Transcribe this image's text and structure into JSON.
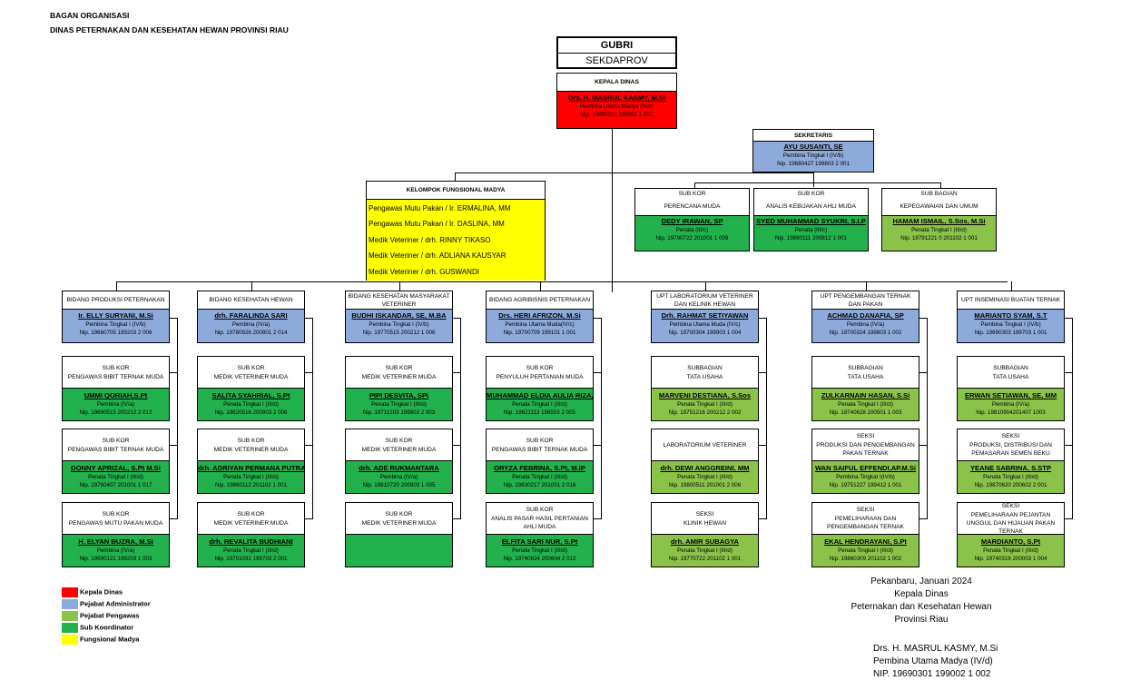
{
  "header": {
    "line1": "BAGAN ORGANISASI",
    "line2": "DINAS PETERNAKAN DAN KESEHATAN HEWAN PROVINSI RIAU"
  },
  "top": {
    "gubri": "GUBRI",
    "sekdaprov": "SEKDAPROV"
  },
  "kepala": {
    "title": "KEPALA DINAS",
    "name": "Drs. H. MASRUL KASMY, M.Si",
    "rank": "Pembina Utama Madya (IV/d)",
    "nip": "Nip. 19690301 199002 1 002"
  },
  "sekretaris": {
    "title": "SEKRETARIS",
    "name": "AYU SUSANTI, SE",
    "rank": "Pembina Tingkat I (IV/b)",
    "nip": "Nip. 19680427 199803 2 001"
  },
  "sek_units": [
    {
      "title1": "SUB KOR",
      "title2": "PERENCANA MUDA",
      "name": "DEDY IRAWAN, SP",
      "rank": "Penata (III/c)",
      "nip": "Nip. 19790722 201001 1 009",
      "color": "dgreen"
    },
    {
      "title1": "SUB KOR",
      "title2": "ANALIS KEBIJAKAN AHLI MUDA",
      "name": "SYED MUHAMMAD SYUKRI, S.I.P",
      "rank": "Penata (III/c)",
      "nip": "Nip. 19890111 200812 1 001",
      "color": "dgreen"
    },
    {
      "title1": "SUB BAGIAN",
      "title2": "KEPEGAWAIAN DAN UMUM",
      "name": "HAMAM ISMAIL, S.Sos, M.Si",
      "rank": "Penata Tingkat I (III/d)",
      "nip": "Nip. 19791221 0 201102 1 001",
      "color": "lgreen"
    }
  ],
  "fungsional": {
    "title": "KELOMPOK FUNGSIONAL MADYA",
    "items": [
      "Pengawas Mutu Pakan / Ir. ERMALINA, MM",
      "Pengawas Mutu Pakan / Ir. DASLINA, MM",
      "Medik Veteriner / drh. RINNY TIKASO",
      "Medik Veteriner / drh. ADLIANA KAUSYAR",
      "Medik Veteriner / drh. GUSWANDI"
    ]
  },
  "columns": [
    {
      "head": {
        "title": "BIDANG PRODUKSI PETERNAKAN",
        "name": "Ir. ELLY SURYANI, M.Si",
        "rank": "Pembina Tingkat I (IV/b)",
        "nip": "Nip. 19660705 199203 2 006"
      },
      "subs": [
        {
          "t1": "SUB KOR",
          "t2": "PENGAWAS BIBIT TERNAK MUDA",
          "name": "UMMI QORIAH,S.Pt",
          "rank": "Pembina (IV/a)",
          "nip": "Nip. 19690515 200212 2 012",
          "color": "dgreen"
        },
        {
          "t1": "SUB KOR",
          "t2": "PENGAWAS BIBIT TERNAK MUDA",
          "name": "DONNY APRIZAL, S.Pt M.Si",
          "rank": "Penata Tingkat I (III/d)",
          "nip": "Nip. 19760407 201001 1 017",
          "color": "dgreen"
        },
        {
          "t1": "SUB KOR",
          "t2": "PENGAWAS MUTU PAKAN MUDA",
          "name": "H. ELYAN BUZRA, M.Si",
          "rank": "Pembina (IV/a)",
          "nip": "Nip. 19690121 199203 1 003",
          "color": "dgreen"
        }
      ]
    },
    {
      "head": {
        "title": "BIDANG KESEHATAN HEWAN",
        "name": "drh. FARALINDA SARI",
        "rank": "Pembina (IV/a)",
        "nip": "Nip. 19780926 200801 2 014"
      },
      "subs": [
        {
          "t1": "SUB KOR",
          "t2": "MEDIK VETERINER MUDA",
          "name": "SALITA SYAHRIAL, S.Pt",
          "rank": "Penata Tingkat I (III/d)",
          "nip": "Nip. 19820516 200903 2 006",
          "color": "dgreen"
        },
        {
          "t1": "SUB KOR",
          "t2": "MEDIK VETERINER MUDA",
          "name": "drh. ADRIYAN PERMANA PUTRA",
          "rank": "Penata Tingkat I (III/d)",
          "nip": "Nip. 19860112 201102 1 001",
          "color": "dgreen"
        },
        {
          "t1": "SUB KOR",
          "t2": "MEDIK VETERINER MUDA",
          "name": "drh. REVALITA BUDHIANI",
          "rank": "Penata Tingkat I (III/d)",
          "nip": "Nip. 19701031 199703 2 001",
          "color": "dgreen"
        }
      ]
    },
    {
      "head": {
        "title": "BIDANG KESEHATAN MASYARAKAT VETERINER",
        "name": "BUDHI ISKANDAR, SE, M.BA",
        "rank": "Pembina Tingkat I (IV/b)",
        "nip": "Nip. 19770515 200212 1 006"
      },
      "subs": [
        {
          "t1": "SUB KOR",
          "t2": "MEDIK VETERINER MUDA",
          "name": "PIPI DESVITA, SPi",
          "rank": "Penata Tingkat I (III/d)",
          "nip": "Nip. 19711203 199803 2 003",
          "color": "dgreen"
        },
        {
          "t1": "SUB KOR",
          "t2": "MEDIK VETERINER MUDA",
          "name": "drh. ADE RUKMANTARA",
          "rank": "Pembina (IV/a)",
          "nip": "Nip. 19810720 200903 1 005",
          "color": "dgreen"
        },
        {
          "t1": "SUB KOR",
          "t2": "MEDIK VETERINER MUDA",
          "name": "",
          "rank": "",
          "nip": "",
          "color": "dgreen"
        }
      ]
    },
    {
      "head": {
        "title": "BIDANG AGRIBISNIS PETERNAKAN",
        "name": "Drs. HERI AFRIZON, M.Si",
        "rank": "Pembina Utama Muda(IV/c)",
        "nip": "Nip. 19700709 199101 1 001"
      },
      "subs": [
        {
          "t1": "SUB KOR",
          "t2": "PENYULUH PERTANIAN MUDA",
          "name": "MUHAMMAD ELDIA AULIA RIZA, S.Pt",
          "rank": "Penata Tingkat I (III/d)",
          "nip": "Nip. 19621113 198503 2 005",
          "color": "dgreen"
        },
        {
          "t1": "SUB KOR",
          "t2": "PENGAWAS BIBIT TERNAK MUDA",
          "name": "ORYZA FEBRINA, S.Pt, M.IP",
          "rank": "Penata Tingkat I (III/d)",
          "nip": "Nip. 19830217 201001 2 016",
          "color": "dgreen"
        },
        {
          "t1": "SUB KOR",
          "t2": "ANALIS PASAR HASIL PERTANIAN AHLI MUDA",
          "name": "ELFITA SARI NUR, S.Pt",
          "rank": "Penata Tingkat I (III/d)",
          "nip": "Nip. 19740824 200604 2 012",
          "color": "dgreen"
        }
      ]
    },
    {
      "head": {
        "title": "UPT LABORATORIUM VETERINER DAN KELINIK HEWAN",
        "name": "Drh. RAHMAT SETIYAWAN",
        "rank": "Pembina Utama Muda (IV/c)",
        "nip": "Nip. 19700304 199903 1 004"
      },
      "subs": [
        {
          "t1": "SUBBAGIAN",
          "t2": "TATA USAHA",
          "name": "MARVENI DESTIANA, S.Sos",
          "rank": "Penata Tingkat I (III/d)",
          "nip": "Nip. 19751216 200212 2 002",
          "color": "lgreen"
        },
        {
          "t1": "",
          "t2": "LABORATORIUM VETERINER",
          "name": "drh. DEWI ANGGREINI, MM",
          "rank": "Penata Tingkat I (III/d)",
          "nip": "Nip. 19800511 201001 2 006",
          "color": "lgreen"
        },
        {
          "t1": "SEKSI",
          "t2": "KLINIK HEWAN",
          "name": "drh. AMIR SUBAGYA",
          "rank": "Penata Tingkat I (III/d)",
          "nip": "Nip. 19770722 201102 1 001",
          "color": "lgreen"
        }
      ]
    },
    {
      "head": {
        "title": "UPT PENGEMBANGAN TERNAK DAN PAKAN",
        "name": "ACHMAD DANAFIA, SP",
        "rank": "Pembina (IV/a)",
        "nip": "Nip. 19700324 199803 1 002"
      },
      "subs": [
        {
          "t1": "SUBBAGIAN",
          "t2": "TATA USAHA",
          "name": "ZULKARNAIN HASAN, S.Si",
          "rank": "Penata Tingkat I (III/d)",
          "nip": "Nip. 19740628 200501 1 003",
          "color": "lgreen"
        },
        {
          "t1": "SEKSI",
          "t2": "PRODUKSI DAN PENGEMBANGAN PAKAN TERNAK",
          "name": "WAN SAIFUL EFFENDI,AP.M.Si",
          "rank": "Pembina Tingkat I(IV/b)",
          "nip": "Nip. 19751227 199412 1 001",
          "color": "lgreen"
        },
        {
          "t1": "SEKSI",
          "t2": "PEMELIHARAAN DAN PENGEMBANGAN TERNAK",
          "name": "EKAL HENDRAYANI, S.Pt",
          "rank": "Penata Tingkat I (III/d)",
          "nip": "Nip. 19860309 201102 1 002",
          "color": "lgreen"
        }
      ]
    },
    {
      "head": {
        "title": "UPT INSEMINASI BUATAN TERNAK",
        "name": "MARIANTO SYAM, S.T",
        "rank": "Pembina Tingkat I (IV/b)",
        "nip": "Nip. 19690303 199703 1 001"
      },
      "subs": [
        {
          "t1": "SUBBAGIAN",
          "t2": "TATA USAHA",
          "name": "ERWAN SETIAWAN, SE, MM",
          "rank": "Pembina (IV/a)",
          "nip": "Nip. 19810904201407 1003",
          "color": "lgreen"
        },
        {
          "t1": "SEKSI",
          "t2": "PRODUKSI, DISTRIBUSI DAN PEMASARAN SEMEN BEKU",
          "name": "YEANE SABRINA, S.STP",
          "rank": "Penata Tingkat I (III/d)",
          "nip": "Nip. 19870620 200602 2 001",
          "color": "lgreen"
        },
        {
          "t1": "SEKSI",
          "t2": "PEMELIHARAAN PEJANTAN UNGGUL DAN HIJAUAN PAKAN TERNAK",
          "name": "MARDIANTO, S.Pt",
          "rank": "Penata Tingkat I (III/d)",
          "nip": "Nip. 19740316 200003 1 004",
          "color": "lgreen"
        }
      ]
    }
  ],
  "legend": [
    {
      "label": "Kepala Dinas",
      "color": "#ff0000"
    },
    {
      "label": "Pejabat Administrator",
      "color": "#8eaadb"
    },
    {
      "label": "Pejabat Pengawas",
      "color": "#8bc34a"
    },
    {
      "label": "Sub Koordinator",
      "color": "#22b14c"
    },
    {
      "label": "Fungsional Madya",
      "color": "#ffff00"
    }
  ],
  "signature": {
    "place_date": "Pekanbaru,  Januari 2024",
    "office1": "Kepala Dinas",
    "office2": "Peternakan dan Kesehatan Hewan",
    "office3": "Provinsi Riau",
    "name": "Drs. H. MASRUL KASMY, M.Si",
    "rank": "Pembina Utama Madya (IV/d)",
    "nip": "NIP. 19690301 199002 1 002"
  }
}
